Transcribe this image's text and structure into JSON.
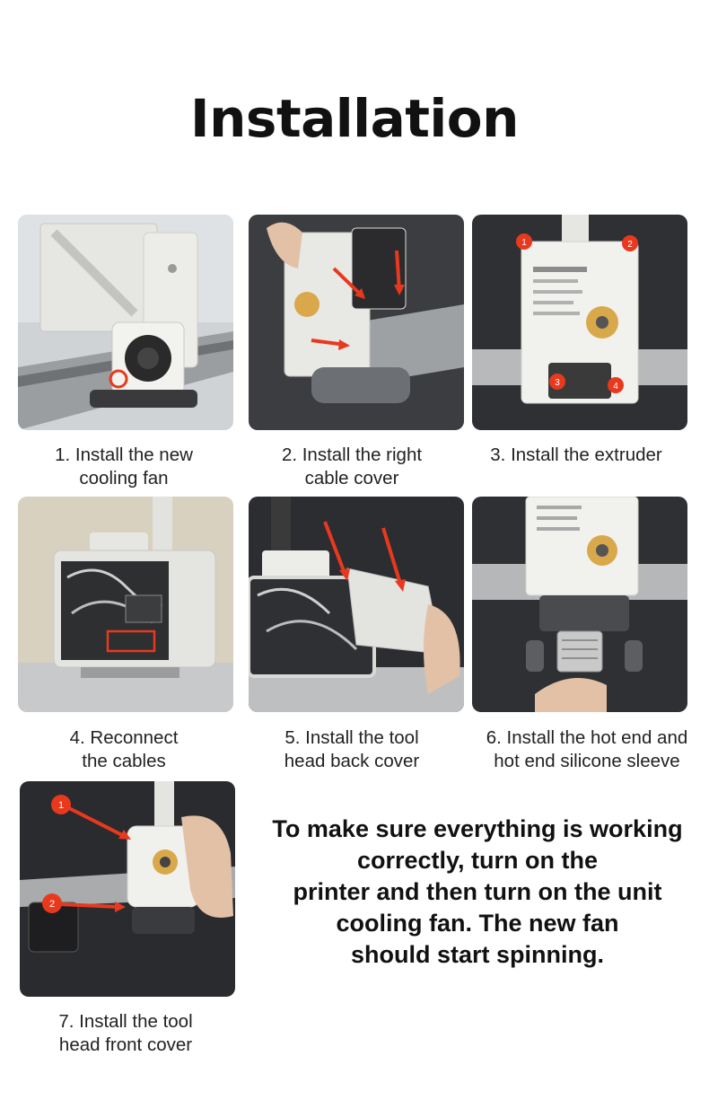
{
  "page": {
    "title": "Installation"
  },
  "steps": [
    {
      "lines": [
        "1. Install the new",
        "cooling fan"
      ]
    },
    {
      "lines": [
        "2. Install the right",
        "cable cover"
      ]
    },
    {
      "lines": [
        "3. Install the extruder"
      ]
    },
    {
      "lines": [
        "4. Reconnect",
        "the cables"
      ]
    },
    {
      "lines": [
        "5. Install the tool",
        "head back cover"
      ]
    },
    {
      "lines": [
        "6. Install the hot end and",
        "hot end silicone sleeve"
      ]
    },
    {
      "lines": [
        "7. Install the tool",
        "head front cover"
      ]
    }
  ],
  "callouts": {
    "step3": [
      "1",
      "2",
      "3",
      "4"
    ],
    "step7": [
      "1",
      "2"
    ]
  },
  "note": {
    "lines": [
      "To make sure everything is working",
      "correctly, turn on the",
      "printer and then turn on the unit",
      "cooling fan. The new fan",
      "should start spinning."
    ]
  },
  "colors": {
    "accent_red": "#e8391f",
    "printer_white": "#e9e9e6",
    "rail_gray": "#a7a9ab",
    "text": "#111111"
  }
}
